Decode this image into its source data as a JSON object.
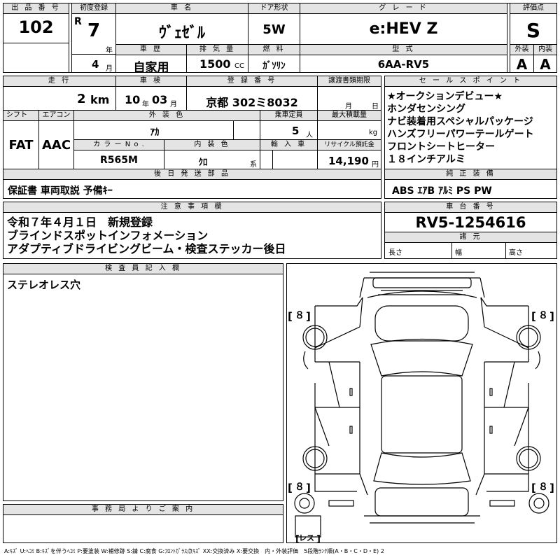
{
  "top": {
    "lot_label": "出 品 番 号",
    "lot_number": "102",
    "first_reg_label": "初度登録",
    "era": "R",
    "year": "7",
    "year_unit": "年",
    "month": "4",
    "month_unit": "月",
    "car_name_label": "車 名",
    "car_name": "ｳﾞｪｾﾞﾙ",
    "door_label": "ドア形状",
    "door": "5W",
    "grade_label": "グ レ ー ド",
    "grade": "e:HEV Z",
    "score_label": "評価点",
    "score": "S",
    "history_label": "車 歴",
    "history": "自家用",
    "displacement_label": "排 気 量",
    "displacement": "1500",
    "cc": "CC",
    "fuel_label": "燃 料",
    "fuel": "ｶﾞｿﾘﾝ",
    "model_label": "型 式",
    "model": "6AA-RV5",
    "ext_label": "外装",
    "ext_grade": "A",
    "int_label": "内装",
    "int_grade": "A"
  },
  "row2": {
    "mileage_label": "走 行",
    "mileage": "2",
    "km": "km",
    "inspection_label": "車 検",
    "insp_year": "10",
    "insp_y_unit": "年",
    "insp_month": "03",
    "insp_m_unit": "月",
    "plate_label": "登 録 番 号",
    "plate": "京都 302ミ8032",
    "doc_label": "譲渡書類期限",
    "doc_month": "月",
    "doc_day": "日",
    "shift_label": "シフト",
    "shift": "FAT",
    "ac_label": "エアコン",
    "ac": "AAC",
    "color_label": "外 装 色",
    "color": "ｱｶ",
    "capacity_label": "乗車定員",
    "capacity": "5",
    "capacity_unit": "人",
    "load_label": "最大積載量",
    "load_unit": "kg",
    "colorno_label": "カ ラ ー N o .",
    "color_no": "R565M",
    "interior_label": "内 装 色",
    "interior": "ｸﾛ",
    "interior_unit": "系",
    "import_label": "輸 入 車",
    "recycle_label": "リサイクル預託金",
    "recycle": "14,190",
    "yen": "円",
    "later_label": "後 日 発 送 部 品",
    "later": "保証書 車両取説 予備ｷｰ"
  },
  "sales": {
    "label": "セ ー ル ス ポ イ ン ト",
    "lines": [
      "★オークションデビュー★",
      "ホンダセンシング",
      "ナビ装着用スペシャルパッケージ",
      "ハンズフリーパワーテールゲート",
      "フロントシートヒーター",
      "１８インチアルミ"
    ]
  },
  "equipment": {
    "label": "純 正 装 備",
    "value": "ABS ｴｱB ｱﾙﾐ PS PW"
  },
  "notes": {
    "label": "注 意 事 項 欄",
    "lines": [
      "令和７年４月１日　新規登録",
      "ブラインドスポットインフォメーション",
      "アダプティブドライビングビーム・検査ステッカー後日"
    ]
  },
  "chassis": {
    "label": "車 台 番 号",
    "value": "RV5-1254616"
  },
  "dims": {
    "label": "諸 元",
    "length": "長さ",
    "width": "幅",
    "height": "高さ"
  },
  "inspector": {
    "label": "検 査 員 記 入 欄",
    "text": "ステレオレス穴"
  },
  "office": {
    "label": "事 務 局 よ り ご 案 内"
  },
  "diagram": {
    "tire_fl": "８",
    "tire_fr": "８",
    "tire_rl": "８",
    "tire_rr": "８",
    "spare": "レス"
  },
  "legend": "A:ｷｽﾞ U:ﾍｺﾐ B:ｷｽﾞを伴うﾍｺﾐ P:要塗装 W:補修跡 S:錆 C:腐食 G:ﾌﾛﾝﾄｶﾞﾗｽ点ｷｽﾞ XX:交換済み X:要交換　内・外装評価　5段階ﾗﾝｸ順(A・B・C・D・E) 2"
}
